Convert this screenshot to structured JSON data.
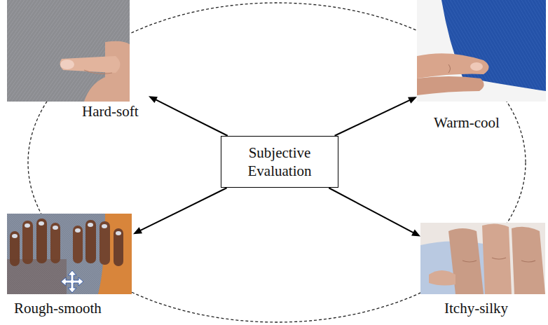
{
  "diagram": {
    "nodes": [
      {
        "text": [
          "Hard-soft"
        ]
      },
      {
        "text": [
          "Warm-cool"
        ]
      },
      {
        "text": [
          "Subjective Evaluation"
        ]
      },
      {
        "text": [
          "Rough-smooth"
        ]
      },
      {
        "text": [
          "Itchy-silky"
        ]
      }
    ],
    "edges": [
      {
        "from": 2,
        "to": 0,
        "arrow": "to"
      },
      {
        "from": 2,
        "to": 1,
        "arrow": "to"
      },
      {
        "from": 2,
        "to": 3,
        "arrow": "to"
      },
      {
        "from": 2,
        "to": 4,
        "arrow": "to"
      }
    ]
  }
}
